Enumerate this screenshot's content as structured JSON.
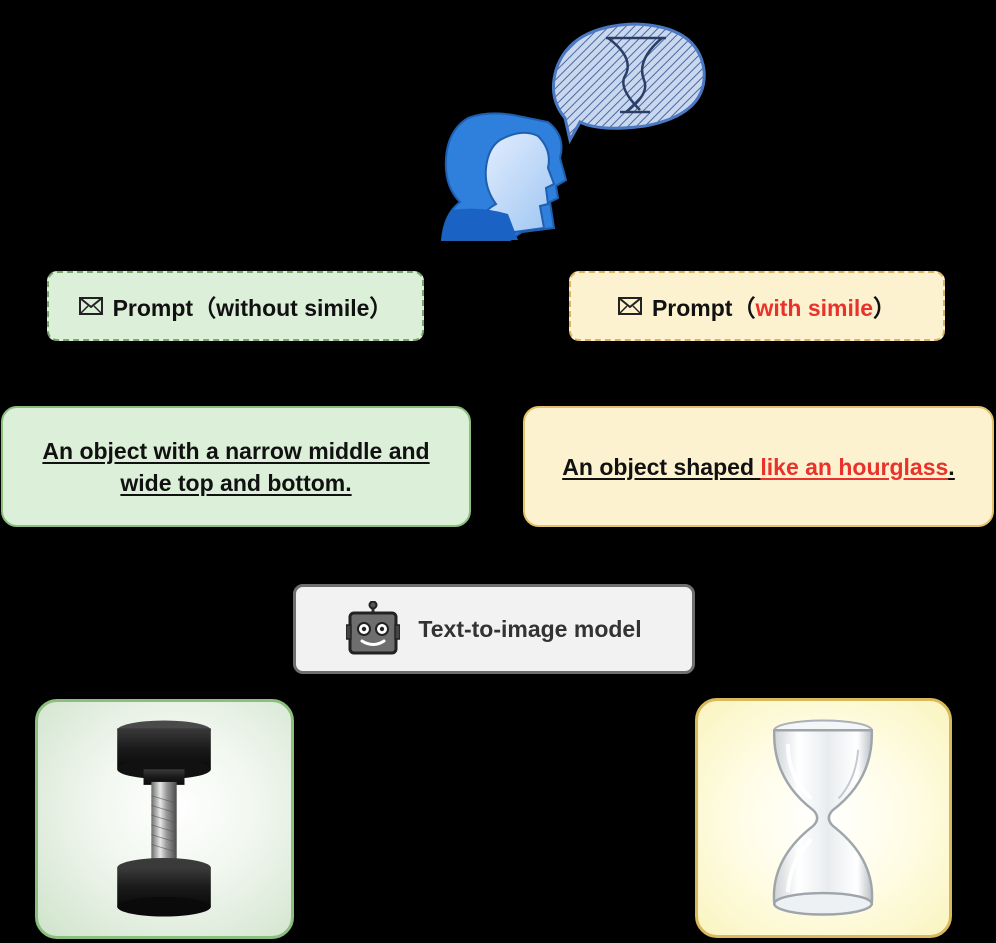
{
  "prompts": {
    "left": {
      "prefix": "Prompt（",
      "label": "without simile",
      "suffix": "）"
    },
    "right": {
      "prefix": "Prompt（",
      "label": "with simile",
      "suffix": "）"
    }
  },
  "captions": {
    "left": "An object with a narrow middle and wide top and bottom.",
    "right": {
      "start": "An object shaped ",
      "highlight": "like an hourglass",
      "end": "."
    }
  },
  "model": {
    "label": "Text-to-image model"
  },
  "icons": {
    "envelope": "envelope-icon",
    "robot": "robot-icon",
    "people": "people-icon",
    "speech_bubble": "speech-bubble-icon"
  },
  "colors": {
    "accent": "#e8322b",
    "green_fill": "#dcefd9",
    "green_border": "#8cbf7e",
    "yellow_fill": "#fdf2cf",
    "yellow_border": "#e3c46c",
    "people_blue": "#2f7fdc"
  }
}
